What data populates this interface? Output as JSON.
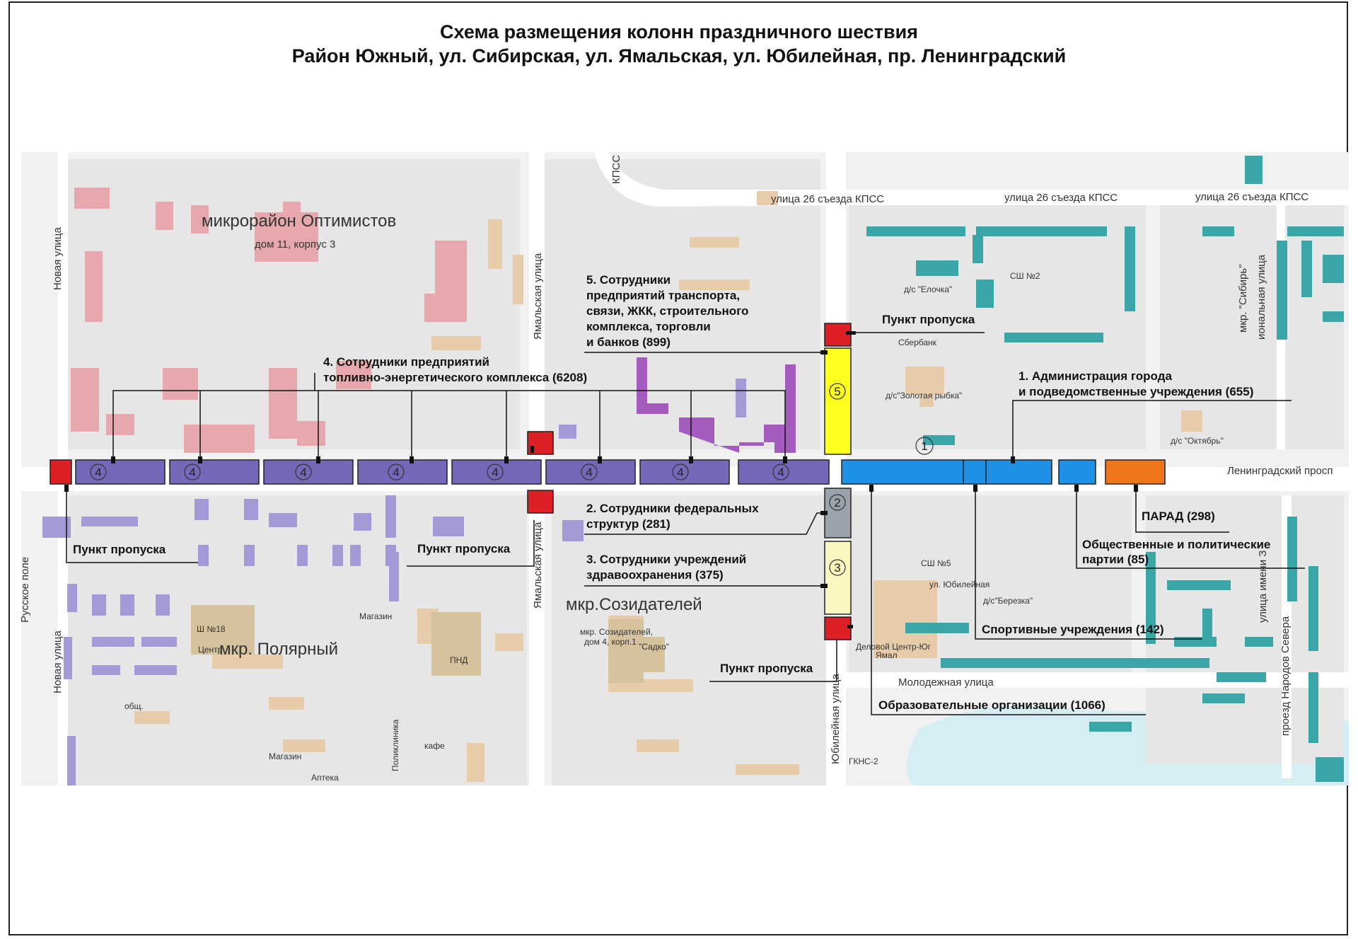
{
  "title": {
    "line1": "Схема размещения колонн праздничного шествия",
    "line2": "Район Южный, ул. Сибирская, ул. Ямальская, ул. Юбилейная, пр. Ленинградский"
  },
  "colors": {
    "col1": "#1e90e6",
    "col2": "#9aa3ab",
    "col3": "#fbf5c0",
    "col4": "#7468b8",
    "col5": "#ffff1e",
    "parade": "#f07419",
    "checkpoint": "#dd1f26",
    "street": "#ffffff",
    "block": "#ececec",
    "building_pink": "#e6a8ac",
    "building_teal": "#3aa6a8",
    "building_purple": "#a59ad6",
    "building_beige": "#e8cba8",
    "lake": "#d4eef4"
  },
  "columns": {
    "col1": {
      "marker": "1",
      "label_line1": "1. Администрация города",
      "label_line2": "и подведомственные учреждения (655)"
    },
    "col2": {
      "marker": "2",
      "label_line1": "2. Сотрудники федеральных",
      "label_line2": "структур (281)"
    },
    "col3": {
      "marker": "3",
      "label_line1": "3. Сотрудники учреждений",
      "label_line2": "здравоохранения (375)"
    },
    "col4": {
      "marker": "4",
      "label_line1": "4. Сотрудники предприятий",
      "label_line2": "топливно-энергетического комплекса (6208)"
    },
    "col5": {
      "marker": "5",
      "label_line1": "5. Сотрудники",
      "label_line2": "предприятий транспорта,",
      "label_line3": "связи, ЖКК, строительного",
      "label_line4": "комплекса, торговли",
      "label_line5": "и банков (899)"
    },
    "sport": {
      "label": "Спортивные учреждения (142)"
    },
    "parties": {
      "label_line1": "Общественные и политические",
      "label_line2": "партии (85)"
    },
    "parade": {
      "label": "ПАРАД (298)"
    },
    "education": {
      "label": "Образовательные организации (1066)"
    }
  },
  "checkpoints": {
    "label": "Пункт пропуска"
  },
  "streets": {
    "s26": "улица 26 съезда КПСС",
    "kpss_vert": "КПСС",
    "leningradsky": "Ленинградский просп",
    "novaya": "Новая улица",
    "yamalskaya": "Ямальская улица",
    "yubileynaya": "Юбилейная улица",
    "molodezhnaya": "Молодежная улица",
    "narodov": "проезд Народов Севера",
    "russkoe": "Русское поле",
    "imeni": "улица имени З",
    "ionalnaya": "иональная улица",
    "sibir": "мкр. \"Сибирь\""
  },
  "districts": {
    "optimistov": "микрорайон Оптимистов",
    "optimistov_sub": "дом 11, корпус 3",
    "polyarny": "мкр. Полярный",
    "sozidateley": "мкр.Созидателей",
    "sozidateley_sub1": "мкр. Созидателей,",
    "sozidateley_sub2": "дом 4, корп.1"
  },
  "places": {
    "elochka": "д/с \"Елочка\"",
    "sh2": "СШ №2",
    "sberbank": "Сбербанк",
    "rybka": "д/с\"Золотая рыбка\"",
    "oktyabr": "д/с \"Октябрь\"",
    "sh5": "СШ №5",
    "sh5_addr": "ул. Юбилейная",
    "berezka": "д/с\"Березка\"",
    "delovoy1": "Деловой Центр-Юг",
    "delovoy2": "Ямал",
    "sh18": "Ш №18",
    "centr": "Центр",
    "pnd": "ПНД",
    "sadko": "\"Садко\"",
    "magazin": "Магазин",
    "magazin2": "Магазин",
    "apteka": "Аптека",
    "poliklinika": "Поликлиника",
    "kafe": "кафе",
    "obsh": "общ.",
    "gkns": "ГКНС-2"
  }
}
